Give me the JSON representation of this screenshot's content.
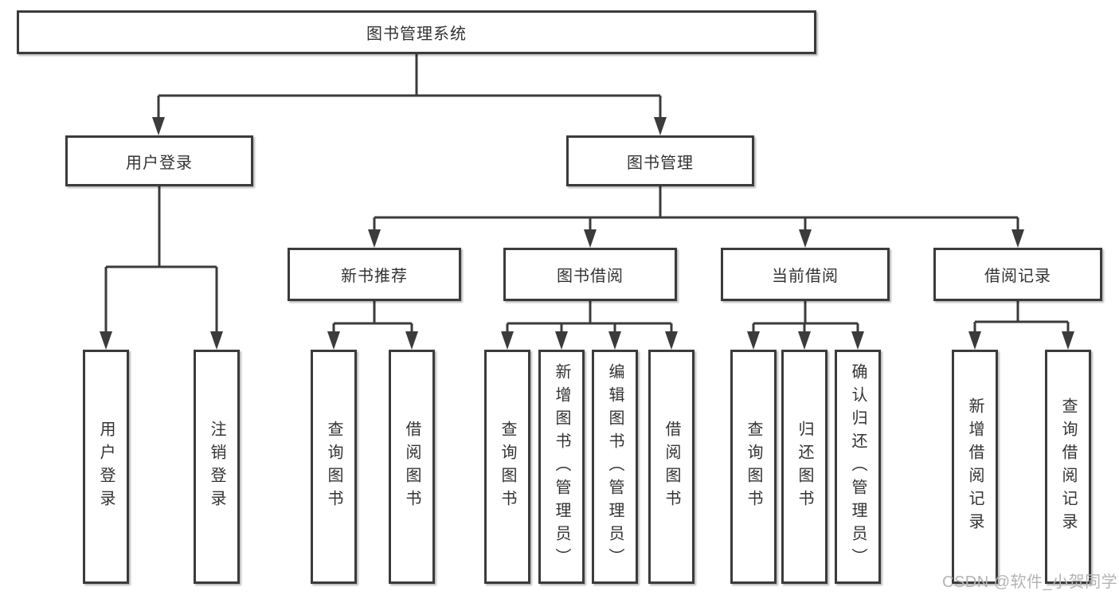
{
  "diagram_type": "hierarchy-tree",
  "colors": {
    "line": "#3b3b3b",
    "text": "#333333",
    "background": "#ffffff",
    "watermark": "#b4b4b4"
  },
  "tree": {
    "root": "图书管理系统",
    "children": [
      {
        "label": "用户登录",
        "children": [
          {
            "label": "用户登录"
          },
          {
            "label": "注销登录"
          }
        ]
      },
      {
        "label": "图书管理",
        "children": [
          {
            "label": "新书推荐",
            "children": [
              {
                "label": "查询图书"
              },
              {
                "label": "借阅图书"
              }
            ]
          },
          {
            "label": "图书借阅",
            "children": [
              {
                "label": "查询图书"
              },
              {
                "label": "新增图书（管理员）"
              },
              {
                "label": "编辑图书（管理员）"
              },
              {
                "label": "借阅图书"
              }
            ]
          },
          {
            "label": "当前借阅",
            "children": [
              {
                "label": "查询图书"
              },
              {
                "label": "归还图书"
              },
              {
                "label": "确认归还（管理员）"
              }
            ]
          },
          {
            "label": "借阅记录",
            "children": [
              {
                "label": "新增借阅记录"
              },
              {
                "label": "查询借阅记录"
              }
            ]
          }
        ]
      }
    ]
  },
  "watermark": {
    "text": "CSDN @软件_小贺同学"
  }
}
